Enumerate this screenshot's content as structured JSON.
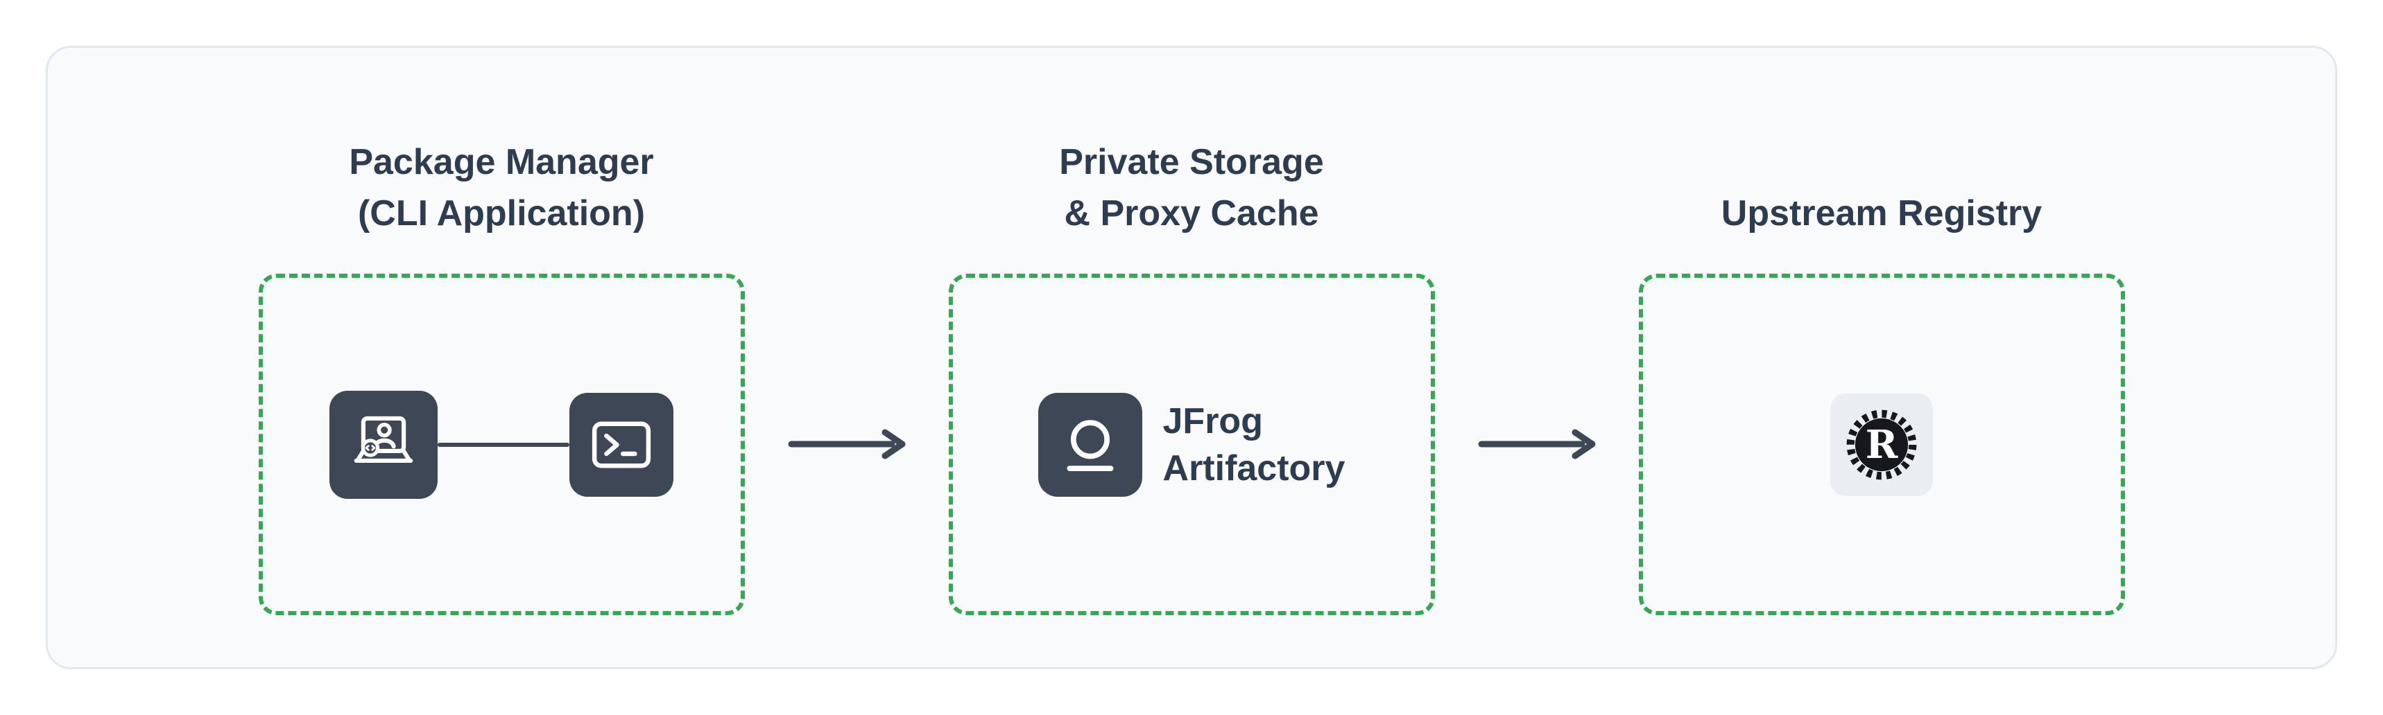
{
  "diagram": {
    "nodes": [
      {
        "id": "package-manager",
        "title": [
          "Package Manager",
          "(CLI Application)"
        ]
      },
      {
        "id": "private-storage-proxy-cache",
        "title": [
          "Private Storage",
          "& Proxy Cache"
        ],
        "label": [
          "JFrog",
          "Artifactory"
        ]
      },
      {
        "id": "upstream-registry",
        "title": [
          "Upstream Registry"
        ],
        "rust_letter": "R"
      }
    ],
    "icons": [
      "laptop-user-icon",
      "terminal-icon",
      "arrow-right-icon",
      "jfrog-artifactory-icon",
      "rust-logo-icon"
    ],
    "colors": {
      "canvas_bg": "#ffffff",
      "card_bg": "#f8fafc",
      "card_border": "#e2e8f0",
      "dashed_border_green": "#34a853",
      "icon_tile_dark": "#3d4755",
      "arrow_dark": "#3d4755",
      "title_text": "#2e3c52",
      "rust_tile_bg": "#eaeef3",
      "rust_logo_dark": "#17181d"
    }
  }
}
